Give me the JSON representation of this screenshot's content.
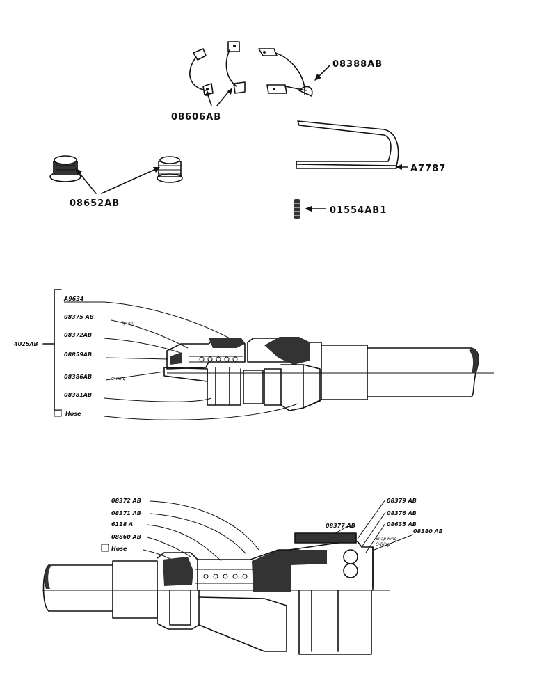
{
  "parts_top": {
    "clips": "08606AB",
    "bracket": "08388AB",
    "yoke": "A7787",
    "caps": "08652AB",
    "pin": "01554AB1"
  },
  "assembly_1": {
    "group_label": "4025AB",
    "callouts": [
      "A9634",
      "08375 AB",
      "08372AB",
      "08859AB",
      "08386AB",
      "08381AB",
      "Hose"
    ],
    "notes": {
      "spring": "Spring",
      "oring": "O-Ring"
    }
  },
  "assembly_2": {
    "left_callouts": [
      "08372 AB",
      "08371 AB",
      "6118 A",
      "08860 AB",
      "Hose"
    ],
    "right_callouts": [
      "08377 AB",
      "08379 AB",
      "08376 AB",
      "08635 AB",
      "08380 AB"
    ],
    "notes": {
      "snap_ring": "Snap Ring",
      "oring": "O-Ring"
    }
  }
}
